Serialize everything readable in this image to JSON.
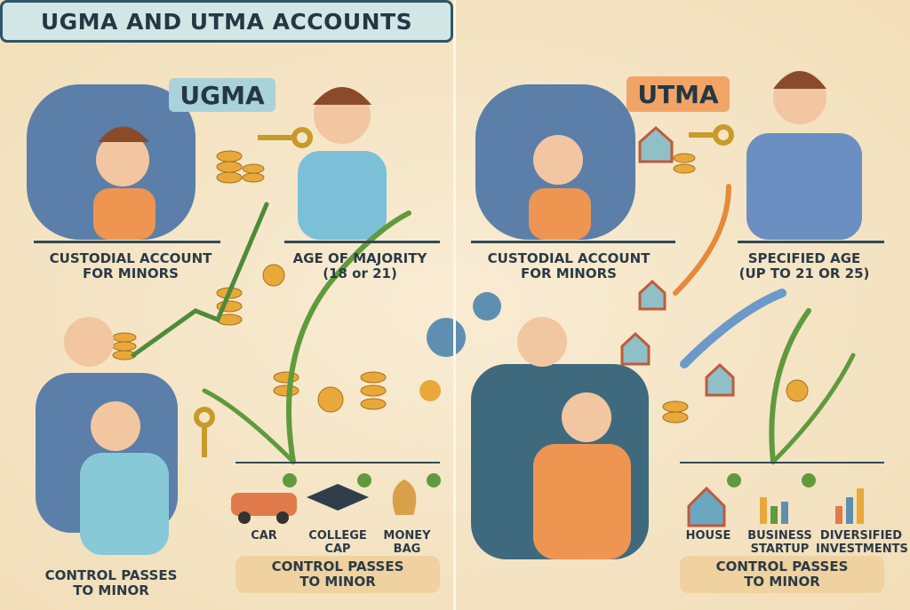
{
  "title": "UGMA AND UTMA ACCOUNTS",
  "ugma": {
    "badge": "UGMA",
    "custodial": [
      "CUSTODIAL ACCOUNT",
      "FOR MINORS"
    ],
    "age": [
      "AGE OF MAJORITY",
      "(18 or 21)"
    ],
    "control_left": [
      "CONTROL PASSES",
      "TO MINOR"
    ],
    "assets": [
      {
        "label": [
          "CAR"
        ],
        "icon": "car-icon"
      },
      {
        "label": [
          "COLLEGE",
          "CAP"
        ],
        "icon": "graduation-cap-icon"
      },
      {
        "label": [
          "MONEY",
          "BAG"
        ],
        "icon": "money-bag-icon"
      }
    ],
    "control_box": [
      "CONTROL PASSES",
      "TO MINOR"
    ]
  },
  "utma": {
    "badge": "UTMA",
    "custodial": [
      "CUSTODIAL ACCOUNT",
      "FOR MINORS"
    ],
    "age": [
      "SPECIFIED AGE",
      "(UP TO 21 OR 25)"
    ],
    "assets": [
      {
        "label": [
          "HOUSE"
        ],
        "icon": "house-icon"
      },
      {
        "label": [
          "BUSINESS",
          "STARTUP"
        ],
        "icon": "business-chart-icon"
      },
      {
        "label": [
          "DIVERSIFIED",
          "INVESTMENTS"
        ],
        "icon": "bar-chart-icon"
      }
    ],
    "control_box": [
      "CONTROL PASSES",
      "TO MINOR"
    ]
  },
  "colors": {
    "ugma": "#a9d2da",
    "utma": "#f2a466",
    "dark": "#2f5566",
    "green": "#5f9a3c",
    "coin": "#e8a93a"
  }
}
